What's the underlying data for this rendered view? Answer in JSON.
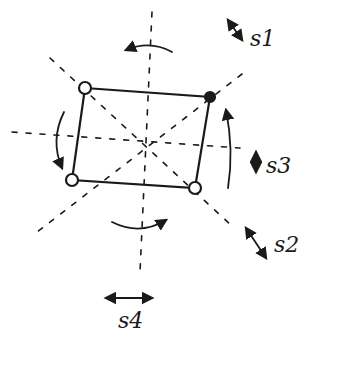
{
  "diagram": {
    "labels": [
      "s1",
      "s2",
      "s3",
      "s4"
    ]
  }
}
